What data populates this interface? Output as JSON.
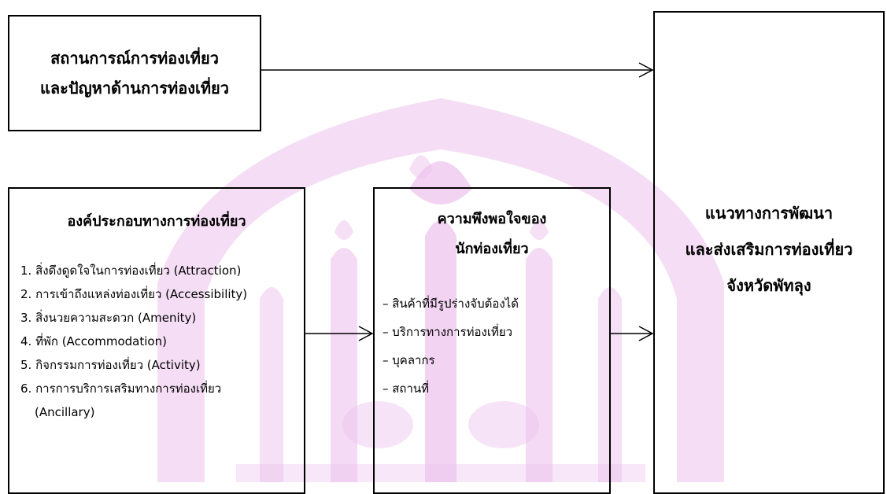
{
  "situation": {
    "title_line1": "สถานการณ์การท่องเที่ยว",
    "title_line2": "และปัญหาด้านการท่องเที่ยว"
  },
  "components": {
    "title": "องค์ประกอบทางการท่องเที่ยว",
    "items": [
      "1. สิ่งดึงดูดใจในการท่องเที่ยว (Attraction)",
      "2. การเข้าถึงแหล่งท่องเที่ยว (Accessibility)",
      "3. สิ่งนวยความสะดวก (Amenity)",
      "4. ที่พัก (Accommodation)",
      "5. กิจกรรมการท่องเที่ยว (Activity)",
      "6. การการบริการเสริมทางการท่องเที่ยว",
      "(Ancillary)"
    ]
  },
  "satisfaction": {
    "title_line1": "ความพึงพอใจของ",
    "title_line2": "นักท่องเที่ยว",
    "items": [
      "– สินค้าที่มีรูปร่างจับต้องได้",
      "– บริการทางการท่องเที่ยว",
      "– บุคลากร",
      "– สถานที่"
    ]
  },
  "guideline": {
    "line1": "แนวทางการพัฒนา",
    "line2": "และส่งเสริมการท่องเที่ยว",
    "line3": "จังหวัดพัทลุง"
  },
  "colors": {
    "watermark": "#e9b8ea",
    "border": "#000000"
  }
}
